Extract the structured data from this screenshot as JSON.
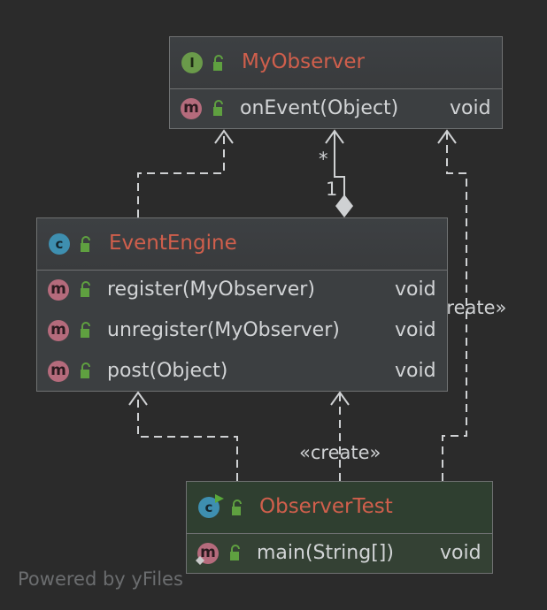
{
  "classes": {
    "my_observer": {
      "badge": "I",
      "name": "MyObserver",
      "methods": [
        {
          "badge": "m",
          "signature": "onEvent(Object)",
          "return_type": "void"
        }
      ]
    },
    "event_engine": {
      "badge": "c",
      "name": "EventEngine",
      "methods": [
        {
          "badge": "m",
          "signature": "register(MyObserver)",
          "return_type": "void"
        },
        {
          "badge": "m",
          "signature": "unregister(MyObserver)",
          "return_type": "void"
        },
        {
          "badge": "m",
          "signature": "post(Object)",
          "return_type": "void"
        }
      ]
    },
    "observer_test": {
      "badge": "c",
      "name": "ObserverTest",
      "methods": [
        {
          "badge": "m",
          "signature": "main(String[])",
          "return_type": "void"
        }
      ]
    }
  },
  "relations": {
    "aggregation_multiplicity_target": "*",
    "aggregation_multiplicity_source": "1",
    "create_label_engine": "«create»",
    "create_label_observer": "«create»"
  },
  "watermark": "Powered by yFiles",
  "colors": {
    "background": "#2b2b2b",
    "class_name": "#d05f4c",
    "text": "#d2d4d6",
    "edge": "#cfd1d3",
    "interface_badge": "#6a9a4a",
    "class_badge": "#3e8fb0",
    "method_badge": "#b56b7c",
    "lock": "#5fa040"
  },
  "icons": [
    "interface-icon",
    "class-icon",
    "method-icon",
    "lock-icon",
    "run-arrow-icon"
  ]
}
